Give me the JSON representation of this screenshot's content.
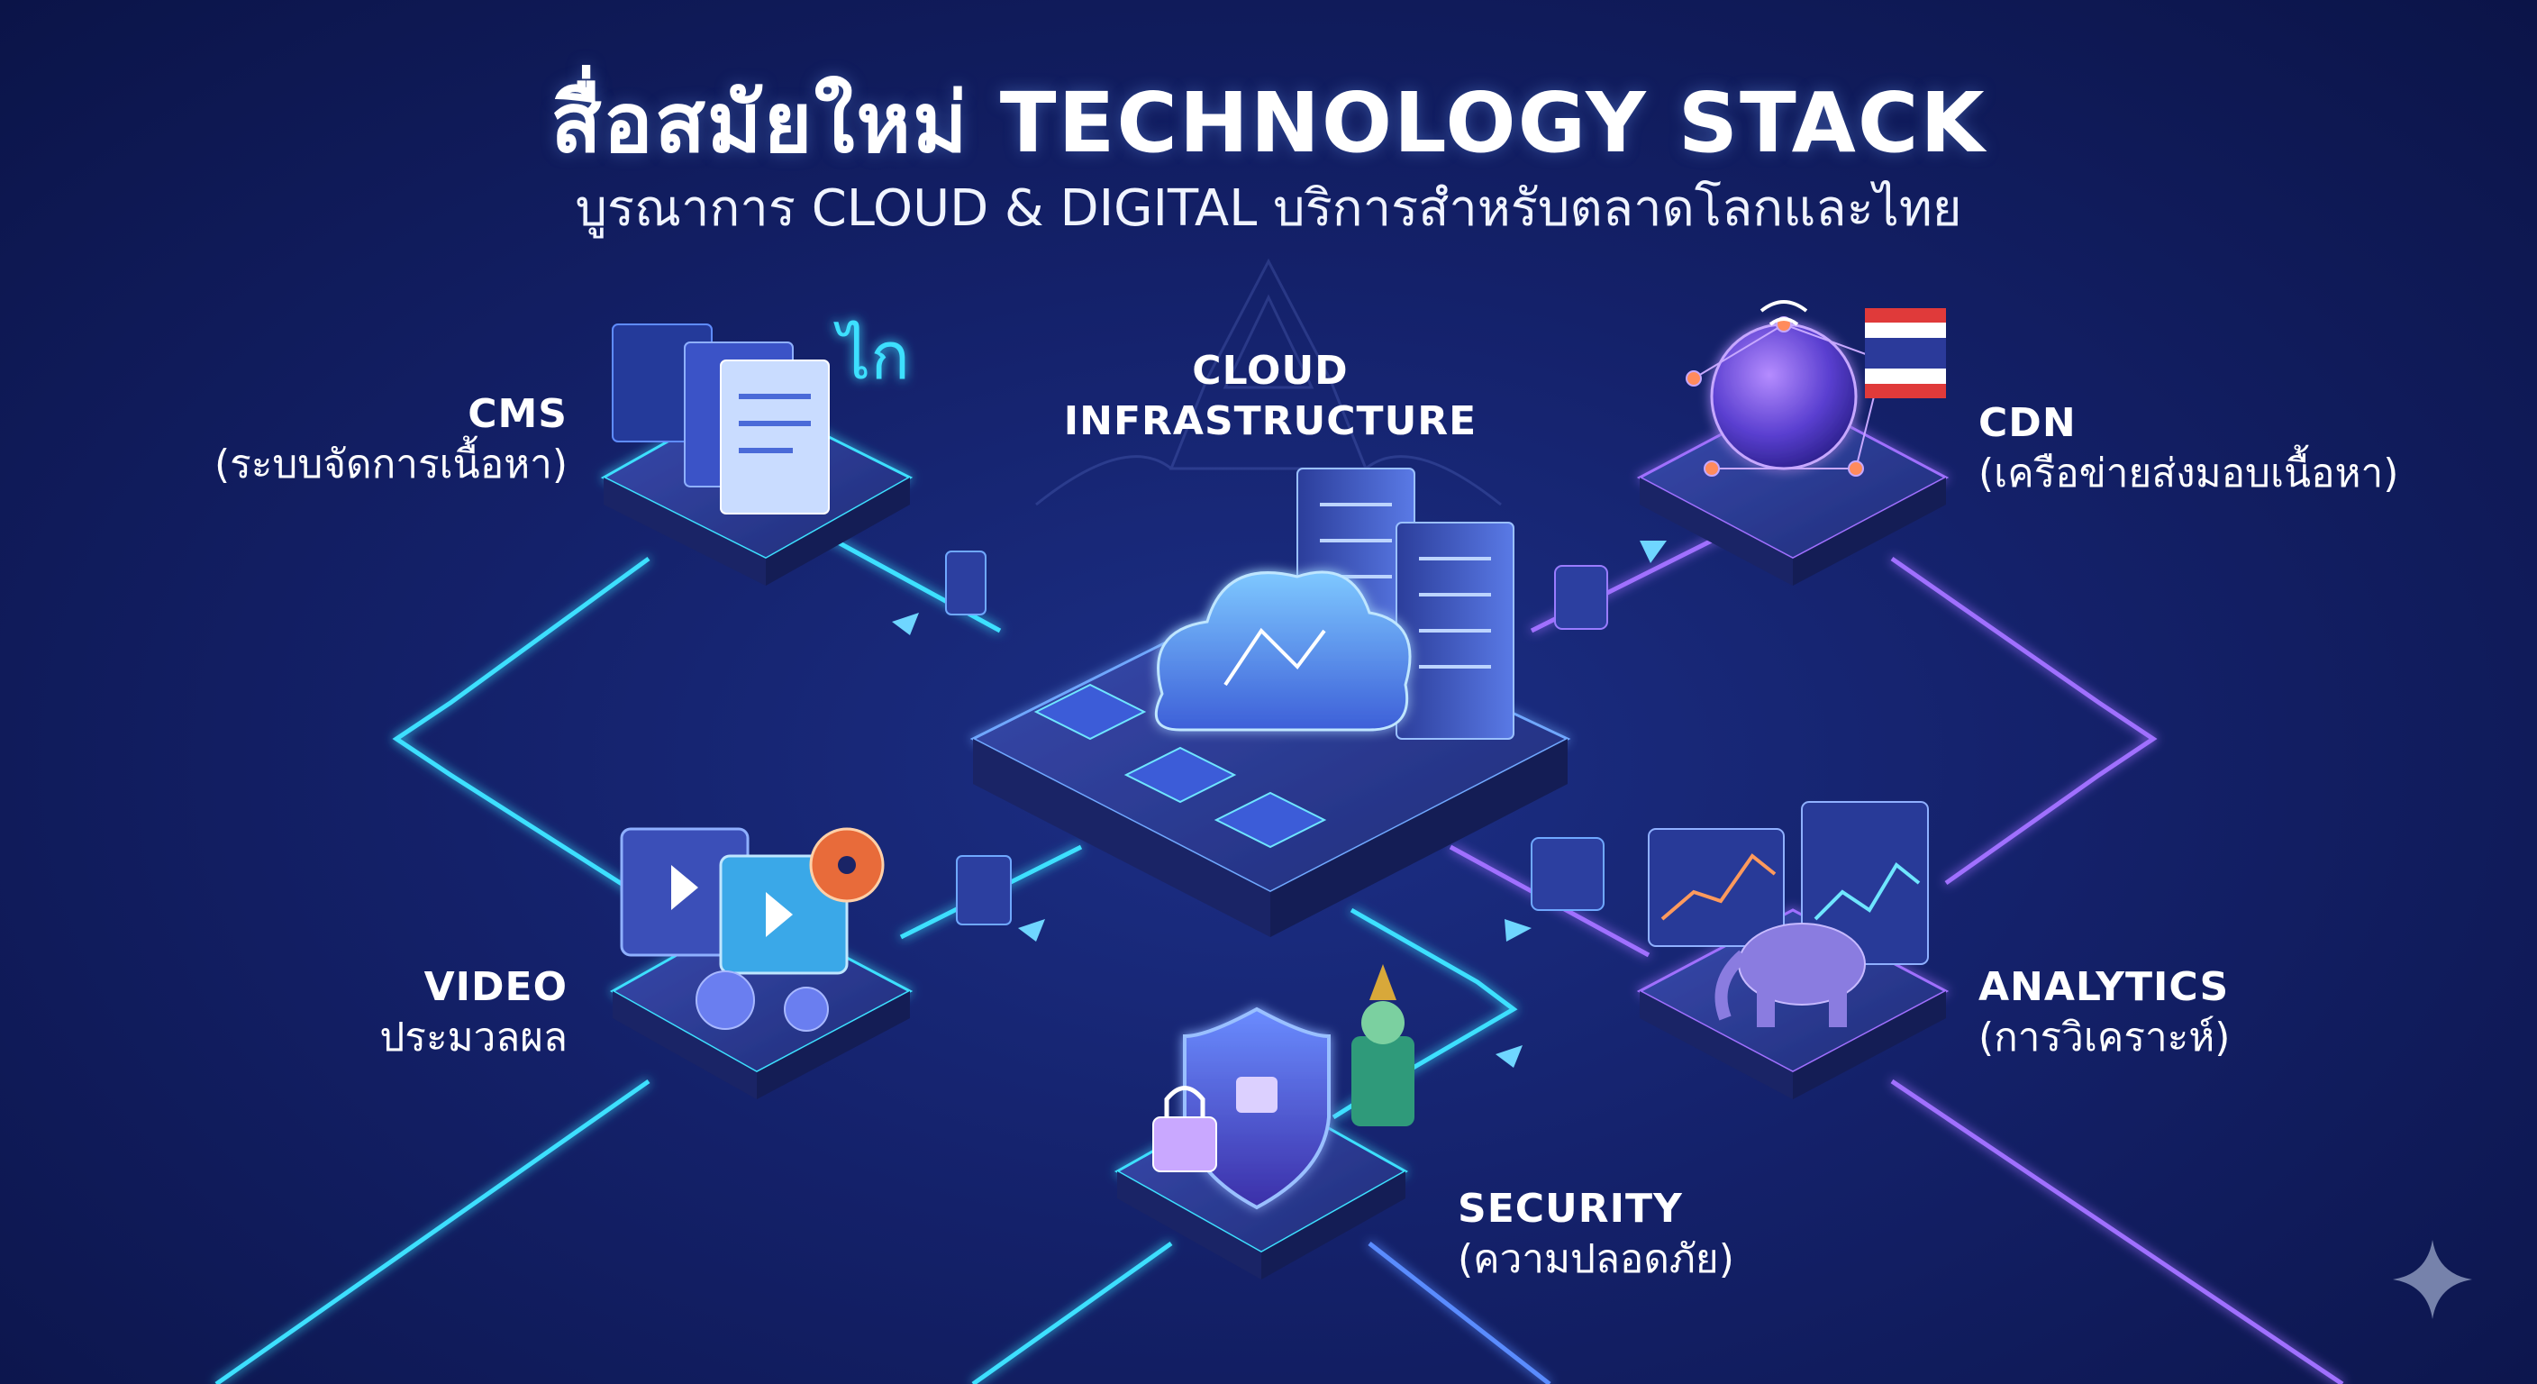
{
  "header": {
    "title": "สื่อสมัยใหม่ TECHNOLOGY STACK",
    "subtitle": "บูรณาการ CLOUD & DIGITAL บริการสำหรับตลาดโลกและไทย"
  },
  "nodes": {
    "cms": {
      "title": "CMS",
      "subtitle": "(ระบบจัดการเนื้อหา)"
    },
    "cloud": {
      "line1": "CLOUD",
      "line2": "INFRASTRUCTURE"
    },
    "cdn": {
      "title": "CDN",
      "subtitle": "(เครือข่ายส่งมอบเนื้อหา)"
    },
    "video": {
      "title": "VIDEO",
      "subtitle": "ประมวลผล"
    },
    "analytics": {
      "title": "ANALYTICS",
      "subtitle": "(การวิเคราะห์)"
    },
    "security": {
      "title": "SECURITY",
      "subtitle": "(ความปลอดภัย)"
    }
  },
  "icon_glyphs": {
    "cms_thai_char": "ไก"
  },
  "colors": {
    "bg_dark": "#0b1448",
    "bg_mid": "#1c2f86",
    "cyan": "#3ee0ff",
    "violet": "#a070ff",
    "platform": "#2a3a8f"
  }
}
